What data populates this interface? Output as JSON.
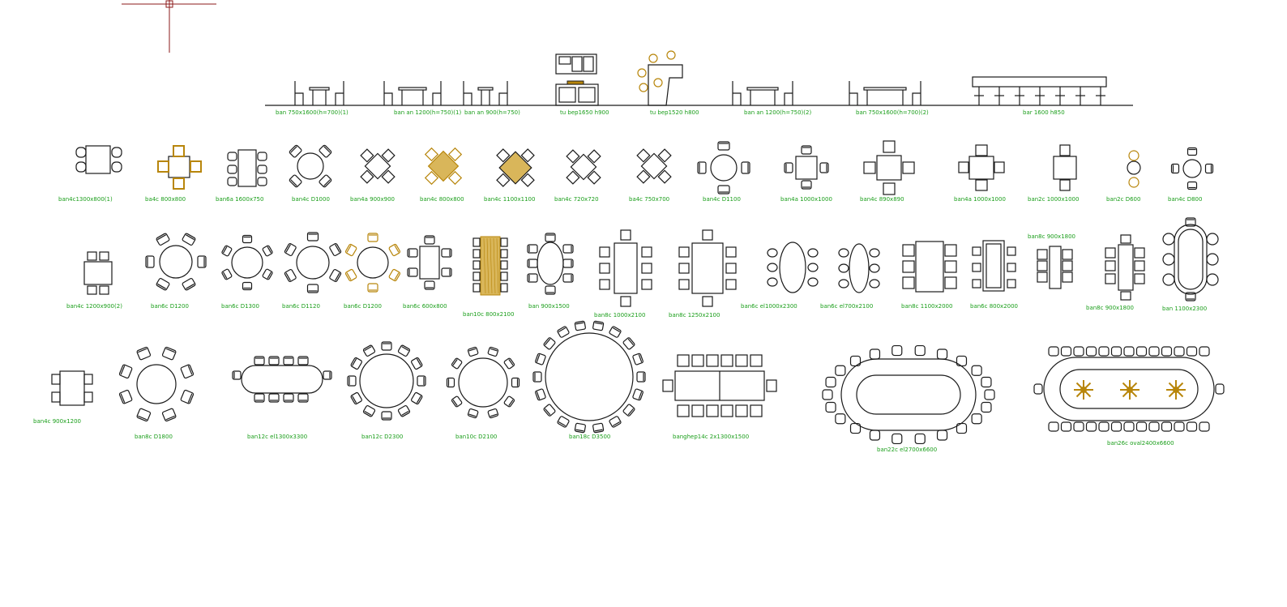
{
  "theme": {
    "line_color": "#1a1a1a",
    "label_color": "#1a9e1a",
    "accent_gold": "#b8860b",
    "accent_wood": "#d9b65a",
    "crosshair_color": "#8b1a1a",
    "background": "#ffffff"
  },
  "cursor": {
    "icon": "crosshair-icon"
  },
  "elevations": {
    "baseline": true,
    "labels": [
      "ban 750x1600(h=700)(1)",
      "ban an 1200(h=750)(1)",
      "ban an 900(h=750)",
      "tu bep1650 h900",
      "tu bep1520 h800",
      "ban an 1200(h=750)(2)",
      "ban 750x1600(h=700)(2)",
      "bar 1600 h850"
    ]
  },
  "row1": {
    "labels": [
      "ban4c1300x800(1)",
      "ba4c 800x800",
      "ban6a 1600x750",
      "ban4c D1000",
      "ban4a 900x900",
      "ban4c 800x800",
      "ban4c 1100x1100",
      "ban4c 720x720",
      "ba4c 750x700",
      "ban4c D1100",
      "ban4a 1000x1000",
      "ban4c 890x890",
      "ban4a 1000x1000",
      "ban2c 1000x1000",
      "ban2c D600",
      "ban4c D800"
    ]
  },
  "row2": {
    "labels": [
      "ban4c 1200x900(2)",
      "ban6c D1200",
      "ban6c D1300",
      "ban6c D1120",
      "ban6c D1200",
      "ban6c 600x800",
      "ban10c 800x2100",
      "ban 900x1500",
      "ban8c 1000x2100",
      "ban8c 1250x2100",
      "ban6c el1000x2300",
      "ban6c el700x2100",
      "ban8c 1100x2000",
      "ban6c 800x2000",
      "ban8c 900x1800",
      "ban8c 900x1800",
      "ban 1100x2300"
    ]
  },
  "row3": {
    "labels": [
      "ban4c 900x1200",
      "ban8c D1800",
      "ban12c el1300x3300",
      "ban12c D2300",
      "ban10c D2100",
      "ban18c D3500",
      "banghep14c 2x1300x1500",
      "ban22c el2700x6600",
      "ban26c oval2400x6600"
    ]
  }
}
